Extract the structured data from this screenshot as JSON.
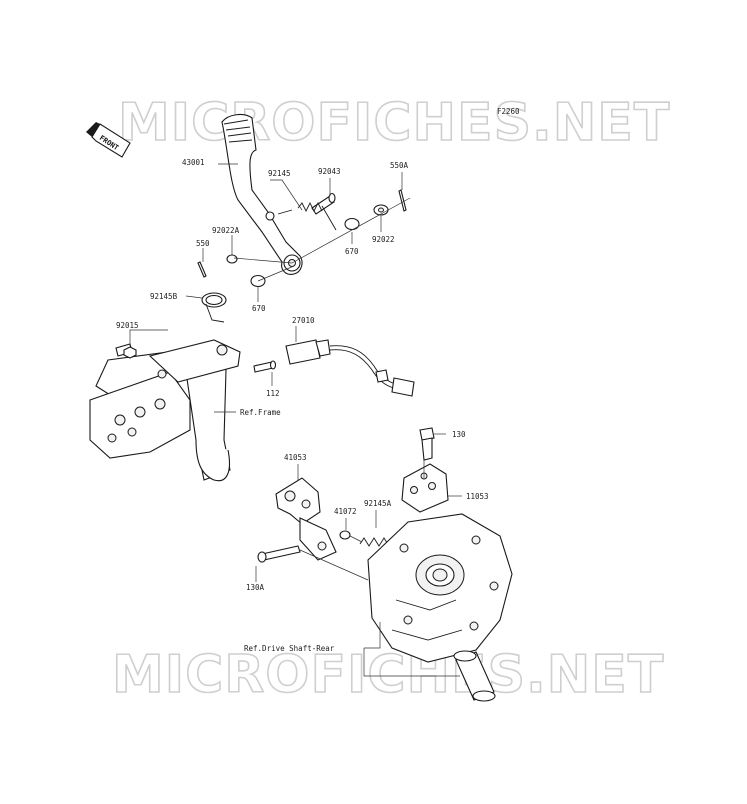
{
  "watermarks": [
    "MICROFICHES.NET",
    "MICROFICHES.NET"
  ],
  "figure_code": "F2260",
  "front_marker": "FRONT",
  "part_labels": [
    {
      "key": "43001",
      "text": "43001"
    },
    {
      "key": "92145",
      "text": "92145"
    },
    {
      "key": "92043",
      "text": "92043"
    },
    {
      "key": "550A",
      "text": "550A"
    },
    {
      "key": "92022A",
      "text": "92022A"
    },
    {
      "key": "550",
      "text": "550"
    },
    {
      "key": "670a",
      "text": "670"
    },
    {
      "key": "92022",
      "text": "92022"
    },
    {
      "key": "92145B",
      "text": "92145B"
    },
    {
      "key": "670b",
      "text": "670"
    },
    {
      "key": "92015",
      "text": "92015"
    },
    {
      "key": "27010",
      "text": "27010"
    },
    {
      "key": "112",
      "text": "112"
    },
    {
      "key": "130",
      "text": "130"
    },
    {
      "key": "41053",
      "text": "41053"
    },
    {
      "key": "11053",
      "text": "11053"
    },
    {
      "key": "41072",
      "text": "41072"
    },
    {
      "key": "92145A",
      "text": "92145A"
    },
    {
      "key": "130A",
      "text": "130A"
    }
  ],
  "references": {
    "frame": "Ref.Frame",
    "drive_shaft": "Ref.Drive Shaft-Rear"
  }
}
